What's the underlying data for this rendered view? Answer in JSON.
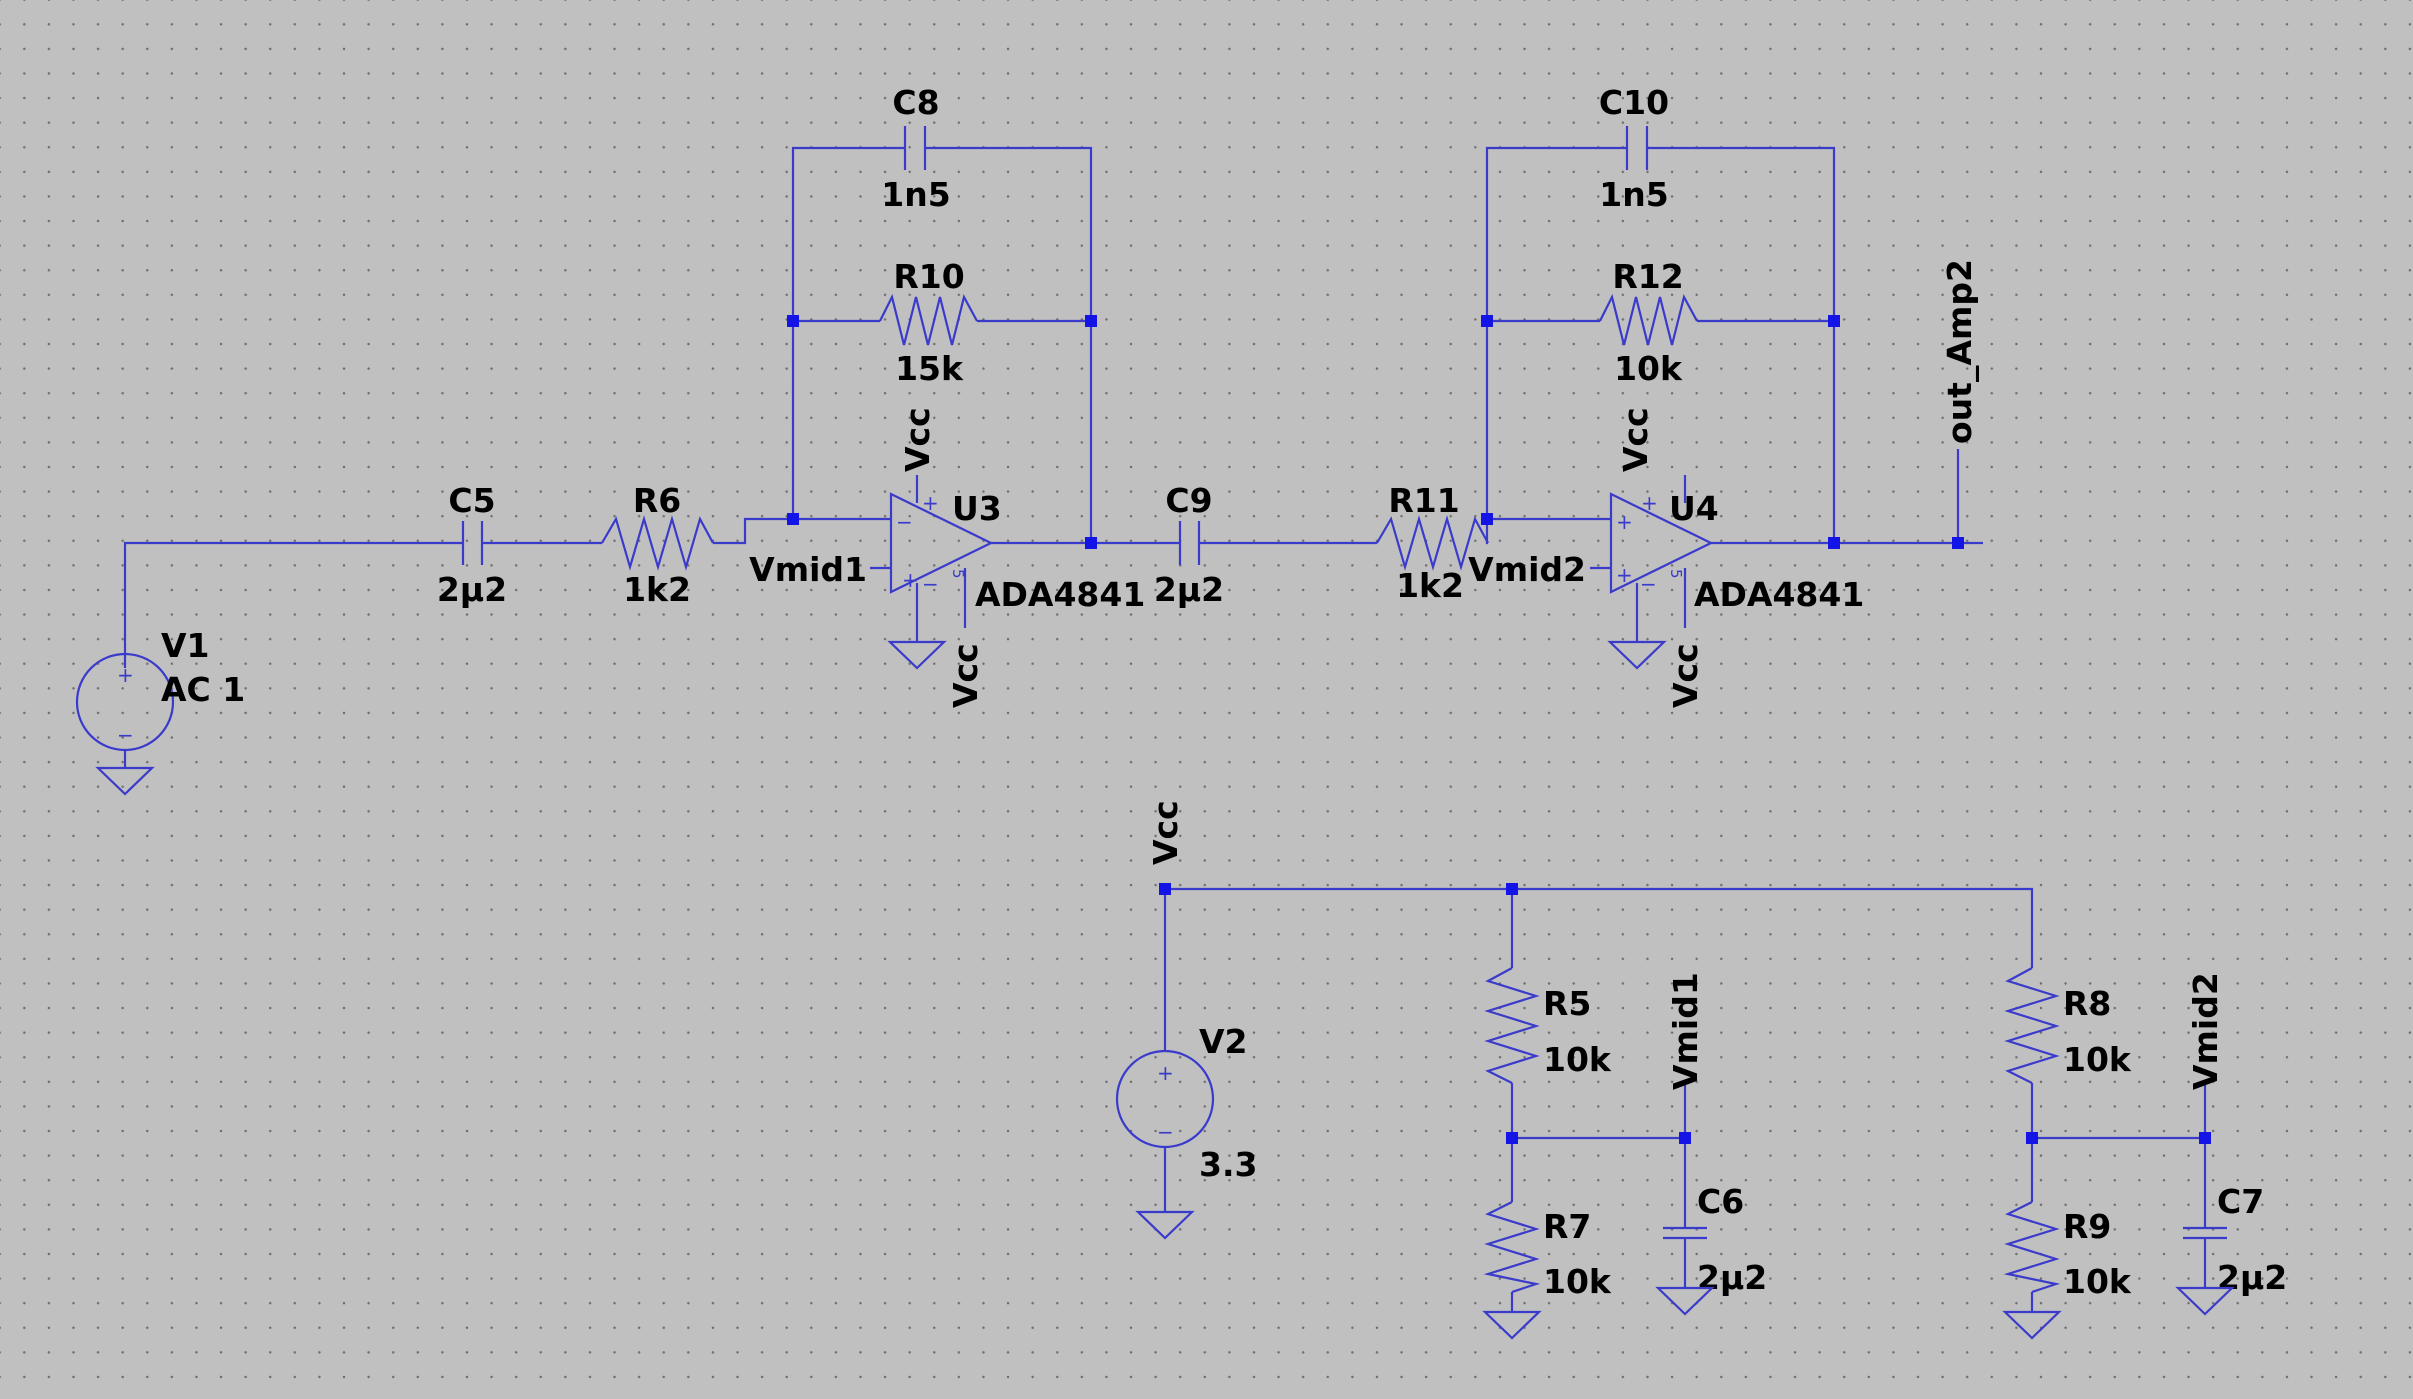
{
  "components": {
    "V1": {
      "name": "V1",
      "value": "AC 1"
    },
    "V2": {
      "name": "V2",
      "value": "3.3"
    },
    "C5": {
      "name": "C5",
      "value": "2µ2"
    },
    "C6": {
      "name": "C6",
      "value": "2µ2"
    },
    "C7": {
      "name": "C7",
      "value": "2µ2"
    },
    "C8": {
      "name": "C8",
      "value": "1n5"
    },
    "C9": {
      "name": "C9",
      "value": "2µ2"
    },
    "C10": {
      "name": "C10",
      "value": "1n5"
    },
    "R5": {
      "name": "R5",
      "value": "10k"
    },
    "R6": {
      "name": "R6",
      "value": "1k2"
    },
    "R7": {
      "name": "R7",
      "value": "10k"
    },
    "R8": {
      "name": "R8",
      "value": "10k"
    },
    "R9": {
      "name": "R9",
      "value": "10k"
    },
    "R10": {
      "name": "R10",
      "value": "15k"
    },
    "R11": {
      "name": "R11",
      "value": "1k2"
    },
    "R12": {
      "name": "R12",
      "value": "10k"
    },
    "U3": {
      "name": "U3",
      "value": "ADA4841"
    },
    "U4": {
      "name": "U4",
      "value": "ADA4841"
    }
  },
  "nets": {
    "vcc": "Vcc",
    "vmid1": "Vmid1",
    "vmid2": "Vmid2",
    "out_amp2": "out_Amp2"
  },
  "opamp_pins": {
    "plus": "+",
    "minus": "−",
    "pin5": "5"
  },
  "source_pins": {
    "plus": "+",
    "minus": "−"
  },
  "colors": {
    "wire": "#3a3acb",
    "junction": "#1414e6",
    "background": "#c0c0c0",
    "label": "#000000"
  }
}
